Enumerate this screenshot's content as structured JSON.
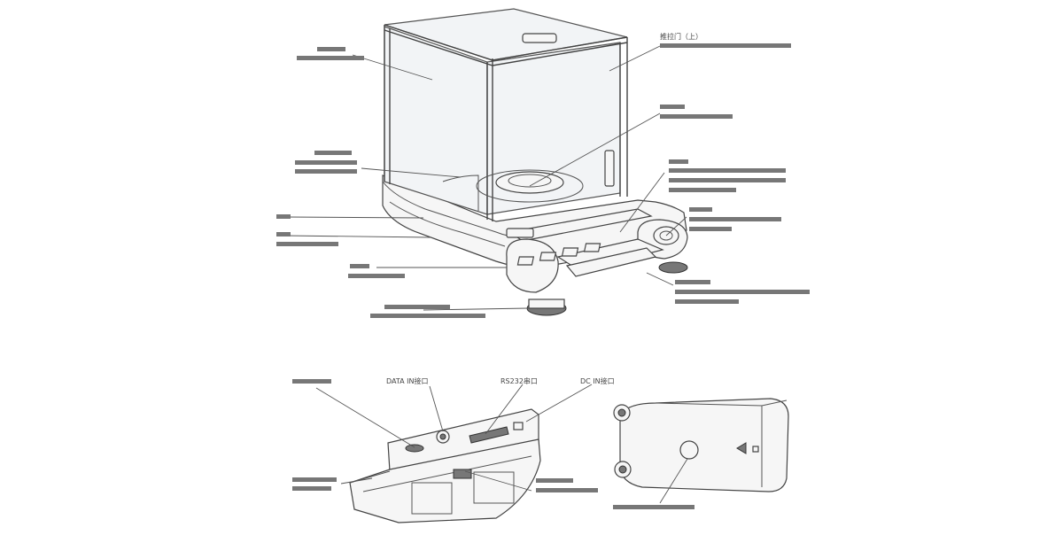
{
  "labels": {
    "top_door": "推拉门（上）",
    "serial_port": "RS232串口",
    "data_port": "DATA IN接口",
    "dc_port": "DC IN接口"
  },
  "colors": {
    "line": "#555555",
    "background": "#ffffff"
  }
}
